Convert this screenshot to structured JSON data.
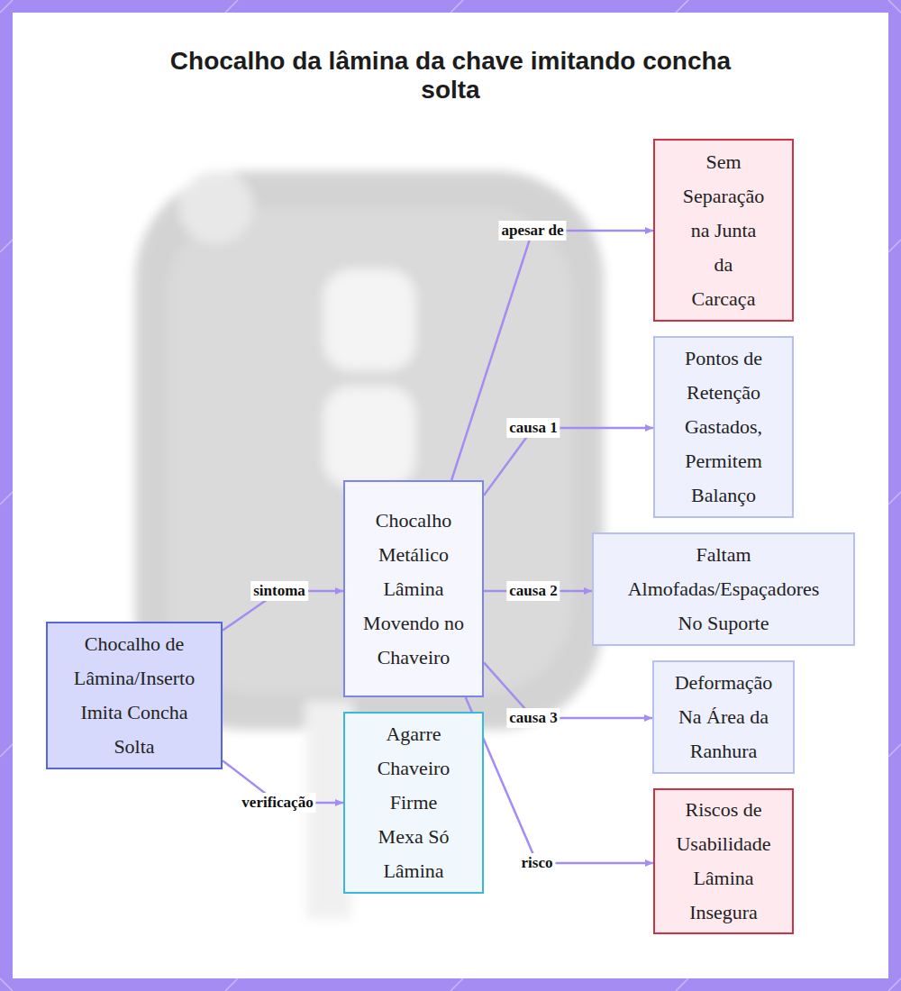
{
  "diagram": {
    "title": "Chocalho da lâmina da chave imitando concha solta",
    "nodes": [
      {
        "text": [
          "Chocalho de Lâmina/Inserto Imita Concha Solta"
        ]
      },
      {
        "text": [
          "Chocalho Metálico Lâmina Movendo no Chaveiro"
        ]
      },
      {
        "text": [
          "Agarre Chaveiro Firme Mexa Só Lâmina"
        ]
      },
      {
        "text": [
          "Sem Separação na Junta da Carcaça"
        ]
      },
      {
        "text": [
          "Pontos de Retenção Gastados, Permitem Balanço"
        ]
      },
      {
        "text": [
          "Faltam Almofadas/Espaçadores No Suporte"
        ]
      },
      {
        "text": [
          "Deformação Na Área da Ranhura"
        ]
      },
      {
        "text": [
          "Riscos de Usabilidade Lâmina Insegura"
        ]
      }
    ],
    "edges": [
      {
        "from": 0,
        "to": 1,
        "label": "sintoma",
        "arrow": "to"
      },
      {
        "from": 0,
        "to": 2,
        "label": "verificação",
        "arrow": "to"
      },
      {
        "from": 1,
        "to": 3,
        "label": "apesar de",
        "arrow": "to"
      },
      {
        "from": 1,
        "to": 4,
        "label": "causa 1",
        "arrow": "to"
      },
      {
        "from": 1,
        "to": 5,
        "label": "causa 2",
        "arrow": "to"
      },
      {
        "from": 1,
        "to": 6,
        "label": "causa 3",
        "arrow": "to"
      },
      {
        "from": 1,
        "to": 7,
        "label": "risco",
        "arrow": "to"
      }
    ]
  }
}
